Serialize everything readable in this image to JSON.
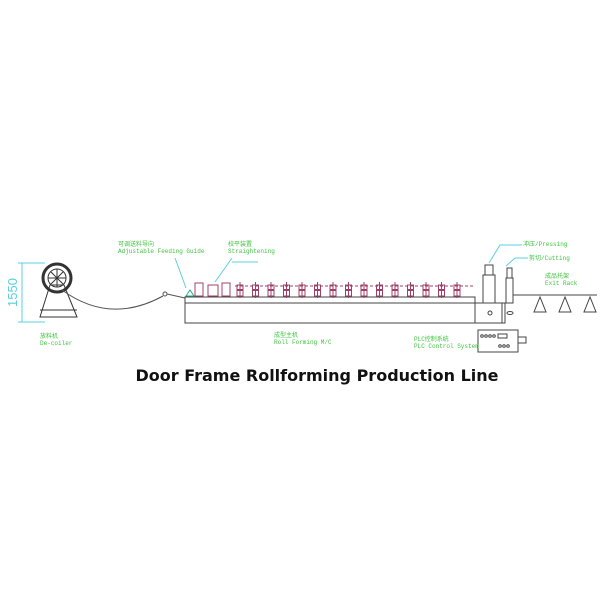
{
  "title": "Door Frame Rollforming Production Line",
  "dimension": "1550",
  "labels": {
    "decoiler": {
      "cn": "放料机",
      "en": "De-coiler"
    },
    "feeding_guide": {
      "cn": "可调送料导向",
      "en": "Adjustable Feeding Guide"
    },
    "straightening": {
      "cn": "校平装置",
      "en": "Straightening"
    },
    "roll_forming": {
      "cn": "成型主机",
      "en": "Roll Forming M/C"
    },
    "plc": {
      "cn": "PLC控制系统",
      "en": "PLC Control System"
    },
    "pressing": "冲压/Pressing",
    "cutting": "剪切/Cutting",
    "exit_rack": {
      "cn": "成品托架",
      "en": "Exit Rack"
    }
  },
  "colors": {
    "label": "#3fc43f",
    "leader": "#5bd0e0",
    "roller": "#a0406a",
    "line": "#555555"
  }
}
